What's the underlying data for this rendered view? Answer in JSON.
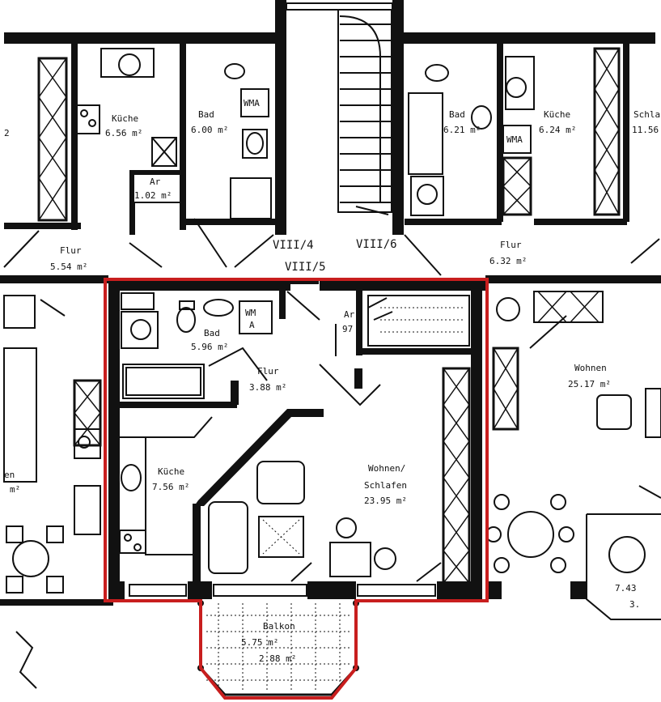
{
  "highlight_color": "#c81e1e",
  "units": {
    "main": {
      "bad": {
        "name": "Bad",
        "area": "5.96 m²"
      },
      "flur": {
        "name": "Flur",
        "area": "3.88 m²"
      },
      "kueche": {
        "name": "Küche",
        "area": "7.56 m²"
      },
      "wohnen": {
        "name": "Wohnen/",
        "name2": "Schlafen",
        "area": "23.95 m²"
      },
      "ar": {
        "name": "Ar",
        "area": "97"
      },
      "wma": {
        "l1": "WM",
        "l2": "A"
      },
      "balkon": {
        "name": "Balkon",
        "area1": "5.75 m²",
        "area2": "2.88 m²"
      }
    },
    "top_left": {
      "kueche": {
        "name": "Küche",
        "area": "6.56 m²"
      },
      "bad": {
        "name": "Bad",
        "area": "6.00 m²"
      },
      "ar": {
        "name": "Ar",
        "area": "1.02 m²"
      },
      "flur": {
        "name": "Flur",
        "area": "5.54 m²"
      },
      "wma": "WMA"
    },
    "top_right": {
      "bad": {
        "name": "Bad",
        "area": "6.21 m²"
      },
      "kueche": {
        "name": "Küche",
        "area": "6.24 m²"
      },
      "flur": {
        "name": "Flur",
        "area": "6.32 m²"
      },
      "schlaf": {
        "name": "Schla",
        "area": "11.56"
      },
      "wma": "WMA"
    },
    "right": {
      "wohnen": {
        "name": "Wohnen",
        "area": "25.17 m²"
      },
      "frag1": "7.43",
      "frag2": "3."
    },
    "left": {
      "frag1": "2",
      "frag2": "en",
      "frag3": "m²"
    }
  },
  "stair_labels": {
    "viii4": "VIII/4",
    "viii5": "VIII/5",
    "viii6": "VIII/6"
  }
}
